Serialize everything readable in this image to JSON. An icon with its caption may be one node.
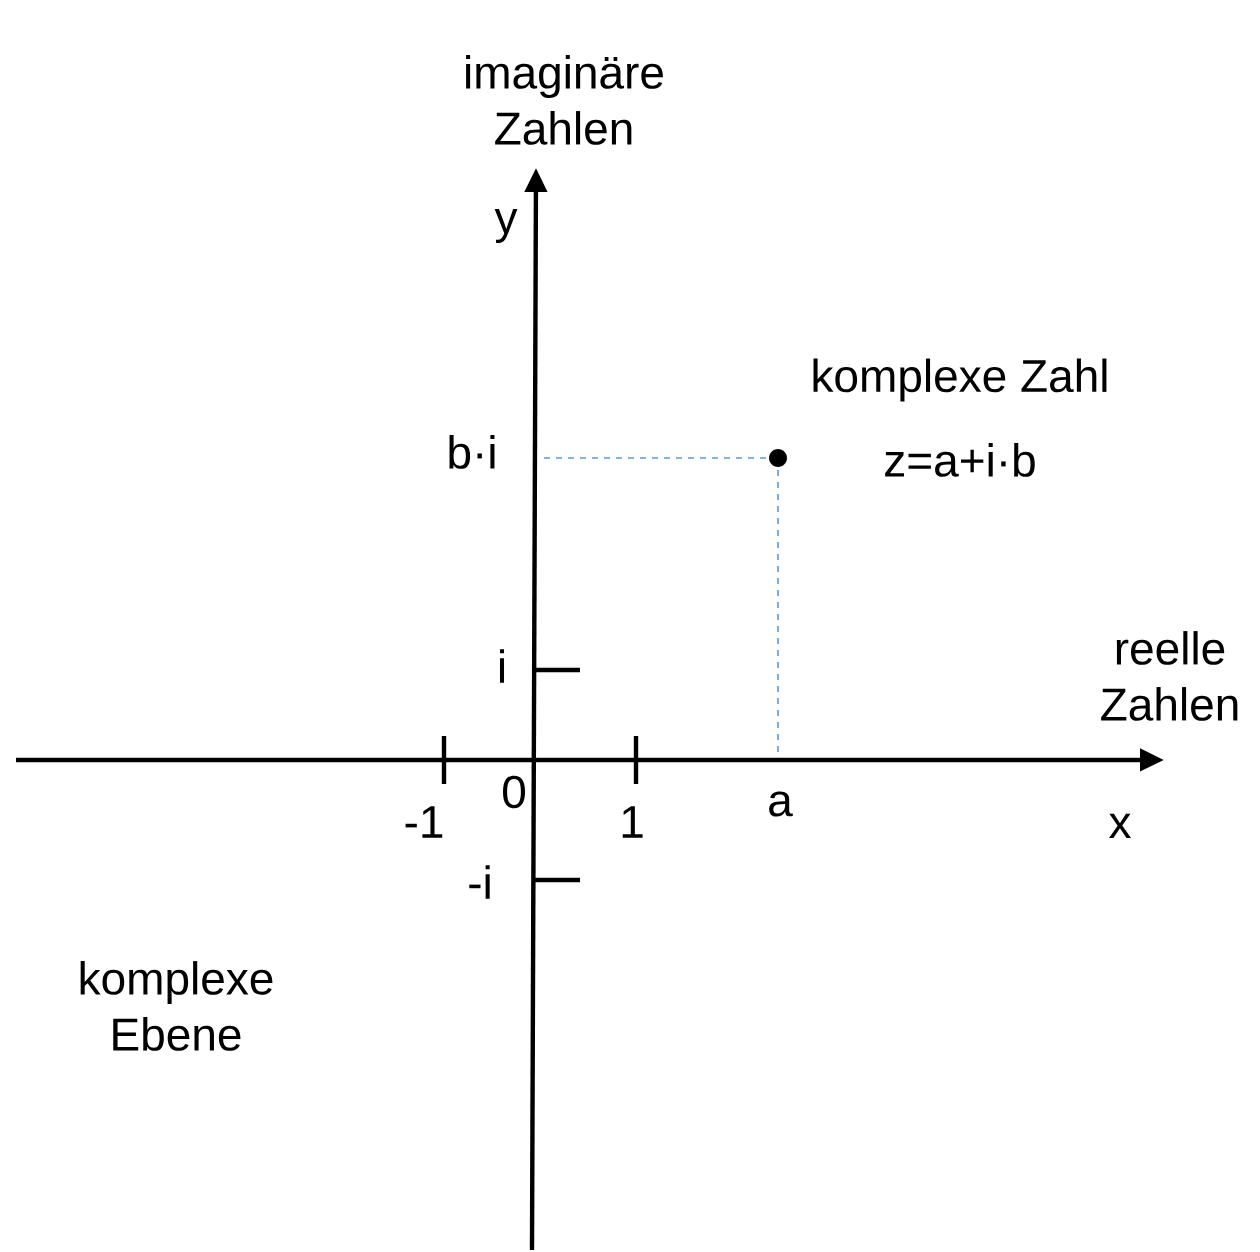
{
  "diagram": {
    "labels": [
      "imaginäre Zahlen",
      "y",
      "komplexe Zahl",
      "z=a+i·b",
      "b·i",
      "reelle Zahlen",
      "i",
      "-1",
      "0",
      "1",
      "a",
      "x",
      "-i",
      "komplexe Ebene"
    ]
  }
}
